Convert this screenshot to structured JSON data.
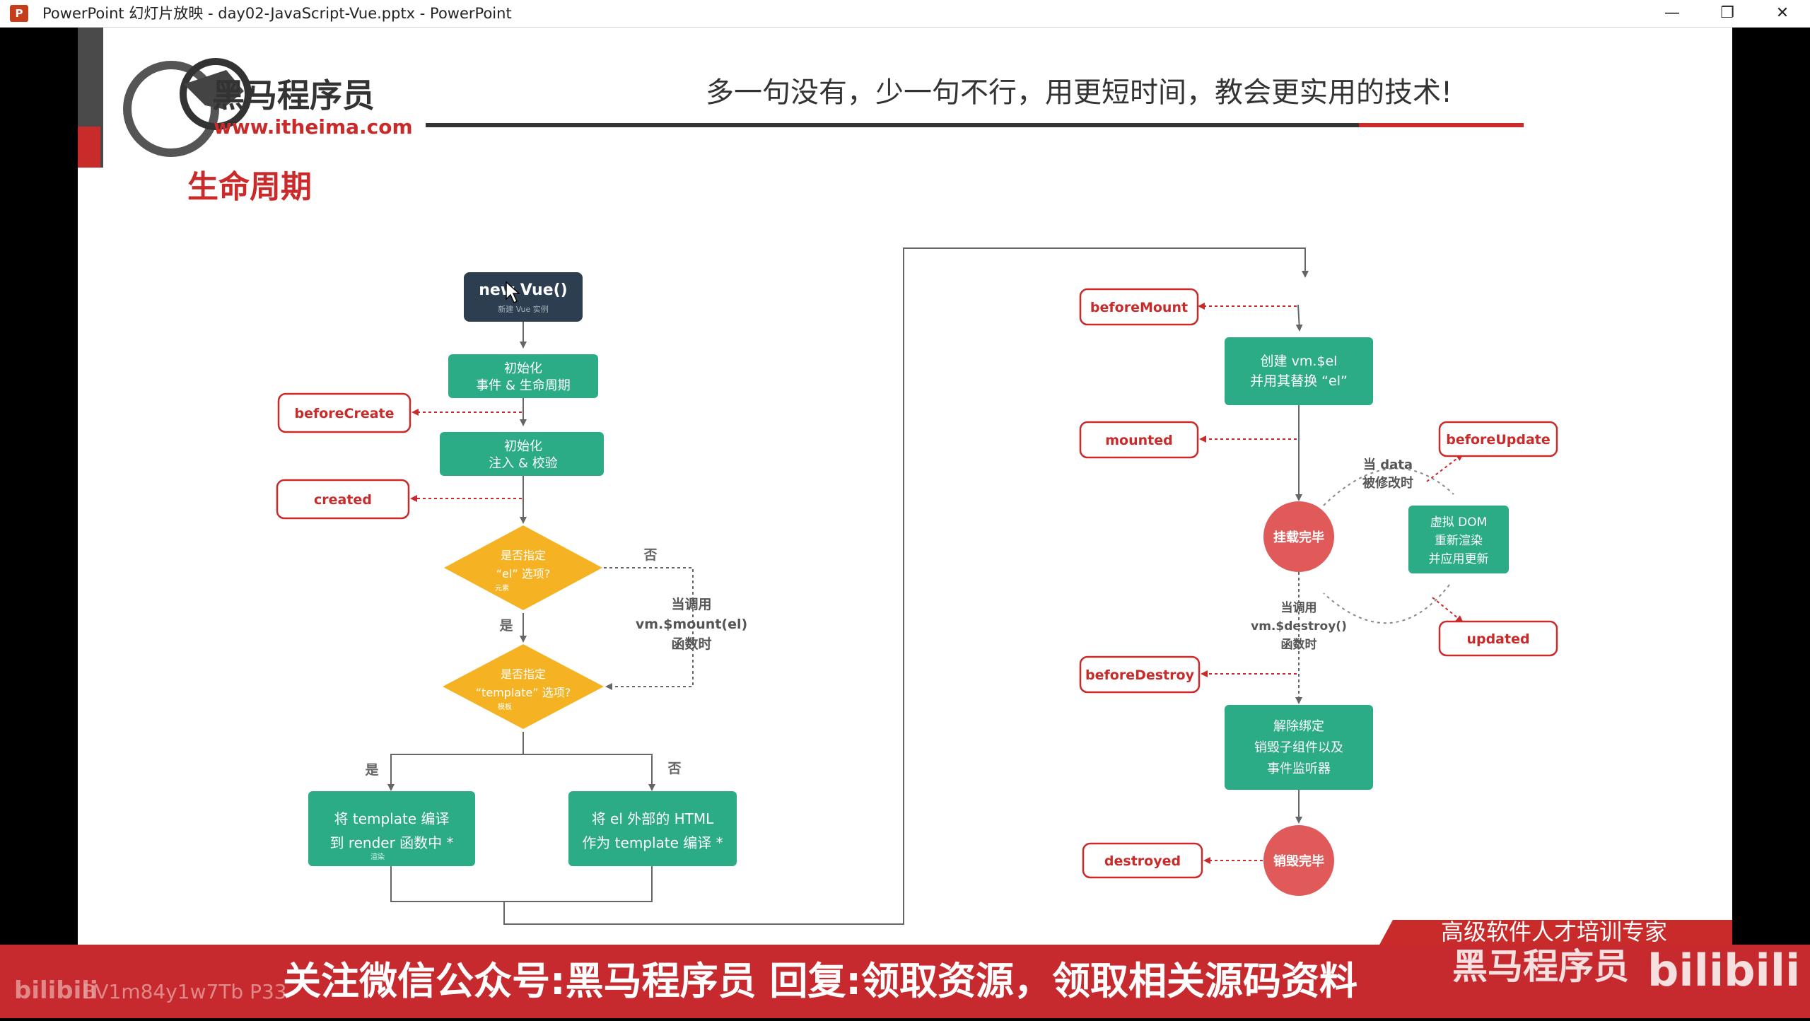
{
  "window": {
    "title": "PowerPoint 幻灯片放映  -  day02-JavaScript-Vue.pptx - PowerPoint",
    "app_icon": "powerpoint-icon",
    "controls": {
      "minimize": "—",
      "restore": "❐",
      "close": "✕"
    }
  },
  "slide": {
    "logo_cn": "黑马程序员",
    "logo_url": "www.itheima.com",
    "slogan": "多一句没有，少一句不行，用更短时间，教会更实用的技术!",
    "heading": "生命周期",
    "footer_tag": "高级软件人才培训专家",
    "accent": "#c92a2a",
    "green": "#2bab86",
    "orange": "#f5b324",
    "dark": "#2c3e50"
  },
  "flow": {
    "new_vue": "new Vue()",
    "new_vue_sub": "新建 Vue 实例",
    "init1_l1": "初始化",
    "init1_l2": "事件 & 生命周期",
    "before_create": "beforeCreate",
    "init2_l1": "初始化",
    "init2_l2": "注入 & 校验",
    "created": "created",
    "q_el_l1": "是否指定",
    "q_el_l2": "“el” 选项?",
    "q_el_sub": "元素",
    "no1": "否",
    "yes1": "是",
    "mount_note_l1": "当调用",
    "mount_note_l2": "vm.$mount(el)",
    "mount_note_l3": "函数时",
    "q_tpl_l1": "是否指定",
    "q_tpl_l2": "“template” 选项?",
    "q_tpl_sub": "模板",
    "yes2": "是",
    "no2": "否",
    "compile_l1": "将 template 编译",
    "compile_l2": "到 render 函数中 *",
    "compile_sub": "渲染",
    "outer_l1": "将 el 外部的 HTML",
    "outer_l2": "作为 template 编译 *",
    "before_mount": "beforeMount",
    "create_el_l1": "创建 vm.$el",
    "create_el_l2": "并用其替换 “el”",
    "mounted": "mounted",
    "mounted_circle": "挂载完毕",
    "data_change_l1": "当 data",
    "data_change_l2": "被修改时",
    "before_update": "beforeUpdate",
    "vdom_l1": "虚拟 DOM",
    "vdom_l2": "重新渲染",
    "vdom_l3": "并应用更新",
    "updated": "updated",
    "destroy_note_l1": "当调用",
    "destroy_note_l2": "vm.$destroy()",
    "destroy_note_l3": "函数时",
    "before_destroy": "beforeDestroy",
    "teardown_l1": "解除绑定",
    "teardown_l2": "销毁子组件以及",
    "teardown_l3": "事件监听器",
    "destroyed": "destroyed",
    "destroyed_circle": "销毁完毕"
  },
  "banner": {
    "text": "关注微信公众号:黑马程序员  回复:领取资源，领取相关源码资料",
    "bili_logo": "bilibili",
    "video_id": "BV1m84y1w7Tb P33",
    "brand": "黑马程序员",
    "bili_logo_right": "bilibili"
  }
}
